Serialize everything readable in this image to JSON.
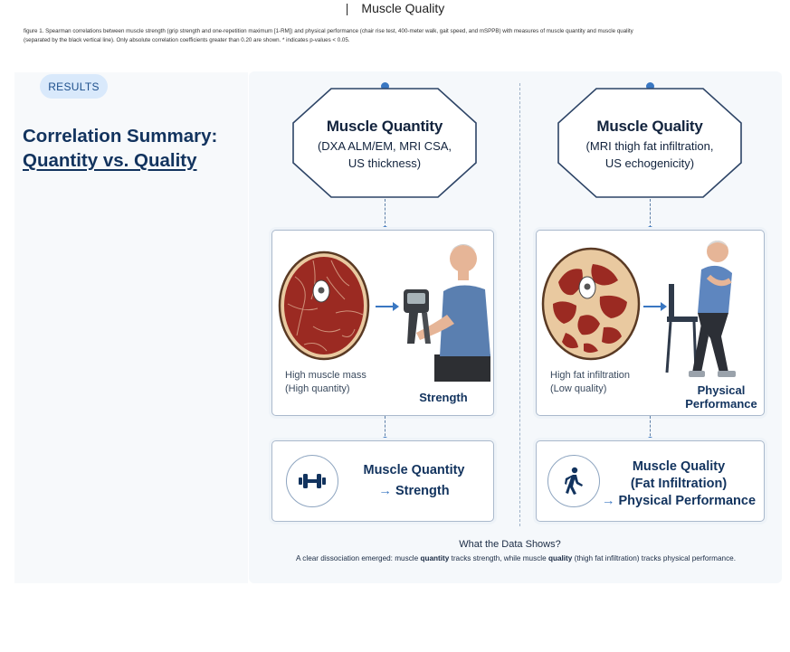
{
  "page": {
    "title": "Muscle Quality",
    "caption": "figure 1. Spearman correlations between muscle strength (grip strength and one-repetition maximum [1-RM]) and physical performance (chair rise test, 400-meter walk, gait speed, and mSPPB) with measures of muscle quantity and muscle quality (separated by the black vertical line). Only absolute correlation coefficients greater than 0.20 are shown. * indicates p-values < 0.05."
  },
  "sidebar": {
    "badge": "RESULTS",
    "title_line1": "Correlation Summary:",
    "title_line2": "Quantity vs. Quality"
  },
  "diagram": {
    "quantity": {
      "title": "Muscle Quantity",
      "sub_line1": "(DXA ALM/EM, MRI CSA,",
      "sub_line2": "US thickness)",
      "label_line1": "High muscle mass",
      "label_line2": "(High quantity)",
      "outcome": "Strength",
      "summary_line1": "Muscle Quantity",
      "summary_line2": "Strength"
    },
    "quality": {
      "title": "Muscle Quality",
      "sub_line1": "(MRI thigh fat infiltration,",
      "sub_line2": "US echogenicity)",
      "label_line1": "High fat infiltration",
      "label_line2": "(Low quality)",
      "outcome_line1": "Physical",
      "outcome_line2": "Performance",
      "summary_line1": "Muscle Quality",
      "summary_line2": "(Fat Infiltration)",
      "summary_line3": "Physical Performance"
    },
    "icons": {
      "left": "dumbbell-icon",
      "right": "walking-person-icon"
    },
    "colors": {
      "accent": "#3a77c2",
      "heading": "#12335e",
      "muscle": "#9b2a22",
      "fat": "#e9c9a0"
    }
  },
  "footer": {
    "title": "What the Data Shows?",
    "text_pre": "A clear dissociation emerged: muscle ",
    "text_b1": "quantity",
    "text_mid": " tracks strength, while muscle ",
    "text_b2": "quality",
    "text_post": " (thigh fat infiltration) tracks physical performance."
  }
}
